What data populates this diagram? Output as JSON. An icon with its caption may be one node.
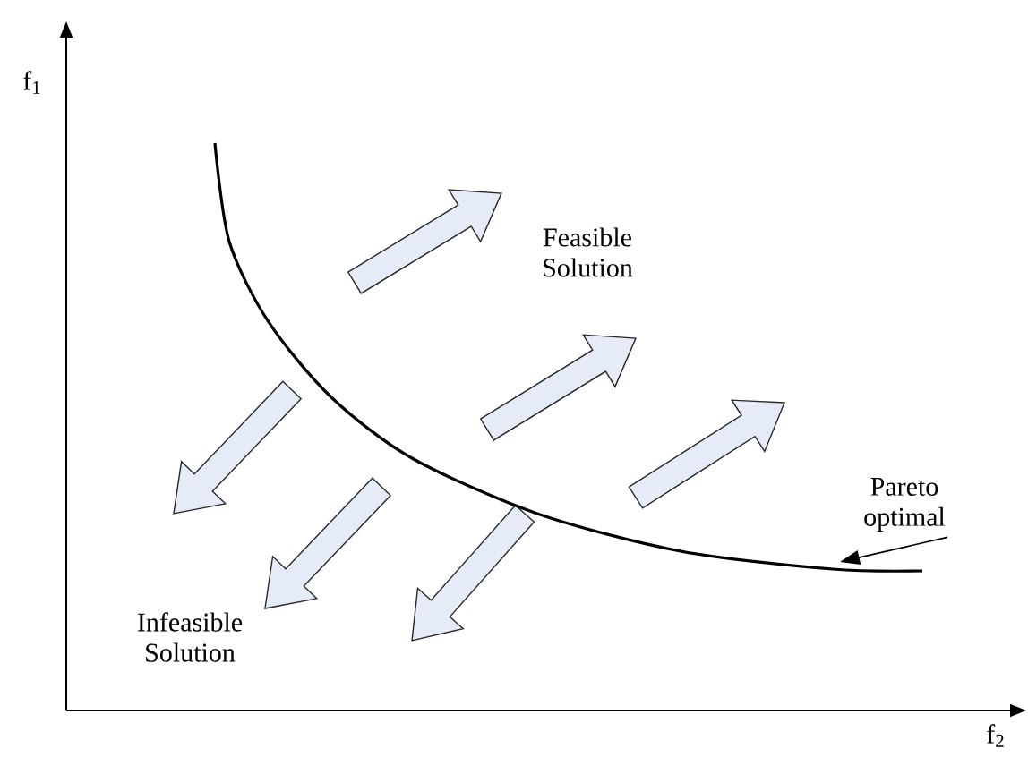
{
  "diagram": {
    "nodes": [
      {
        "text": [
          "Pareto optimal"
        ]
      },
      {
        "text": [],
        "shape": "curve"
      }
    ],
    "edges": [
      {
        "from": 0,
        "to": 1,
        "arrow": "to"
      }
    ],
    "labels": [
      "f$_{1}$",
      "Feasible Solution",
      "Infeasible Solution",
      "f$_{2}$"
    ]
  }
}
